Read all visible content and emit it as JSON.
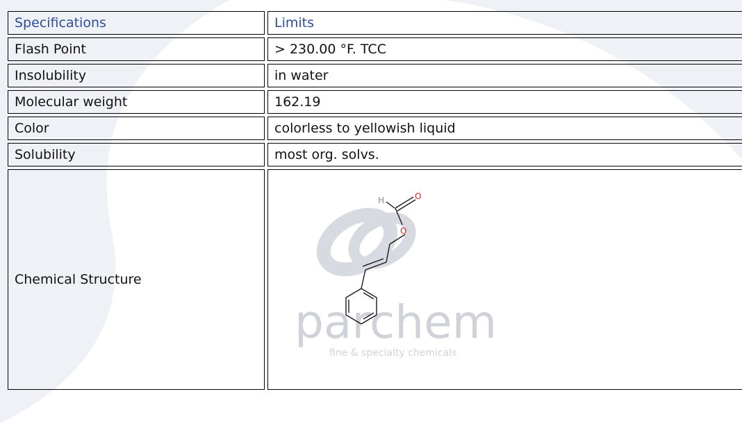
{
  "table": {
    "header": {
      "col1": "Specifications",
      "col2": "Limits"
    },
    "rows": [
      {
        "spec": "Flash Point",
        "limit": "> 230.00 °F. TCC"
      },
      {
        "spec": "Insolubility",
        "limit": "in water"
      },
      {
        "spec": "Molecular weight",
        "limit": "162.19"
      },
      {
        "spec": "Color",
        "limit": "colorless to yellowish liquid"
      },
      {
        "spec": "Solubility",
        "limit": "most org. solvs."
      },
      {
        "spec": "Chemical Structure",
        "limit": ""
      }
    ]
  },
  "structure": {
    "atom_h": "H",
    "atom_o_carbonyl": "O",
    "atom_o_ester": "O"
  },
  "watermark": {
    "brand": "parchem",
    "tagline": "fine & specialty chemicals"
  },
  "colors": {
    "header_text": "#2b4d9a",
    "oxygen": "#e02020",
    "hydrogen": "#8a8a8a",
    "watermark": "#c8ccd2",
    "swoosh": "#eef1f6"
  }
}
